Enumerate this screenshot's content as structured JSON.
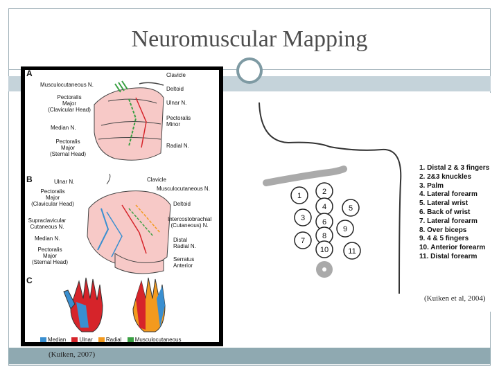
{
  "title": "Neuromuscular Mapping",
  "left_figure": {
    "letters": [
      "A",
      "B",
      "C"
    ],
    "a_labels": {
      "clavicle": "Clavicle",
      "musculocutaneous": "Musculocutaneous N.",
      "deltoid": "Deltoid",
      "pect_clav": "Pectoralis\nMajor\n(Clavicular Head)",
      "ulnar": "Ulnar N.",
      "pect_minor": "Pectoralis\nMinor",
      "median": "Median N.",
      "pect_sternal": "Pectoralis\nMajor\n(Sternal Head)",
      "radial": "Radial N."
    },
    "b_labels": {
      "ulnar": "Ulnar N.",
      "clavicle": "Clavicle",
      "pect_clav": "Pectoralis\nMajor\n(Clavicular Head)",
      "musculocutaneous": "Musculocutaneous N.",
      "deltoid": "Deltoid",
      "supraclav": "Supraclavicular\nCutaneous N.",
      "intercosto": "Intercostobrachial\n(Cutaneous) N.",
      "median": "Median N.",
      "distal_radial": "Distal\nRadial N.",
      "pect_sternal": "Pectoralis\nMajor\n(Sternal Head)",
      "serratus": "Serratus\nAnterior"
    },
    "legend": [
      {
        "label": "Median",
        "color": "#3a8fd0"
      },
      {
        "label": "Ulnar",
        "color": "#d6242a"
      },
      {
        "label": "Radial",
        "color": "#f39a1e"
      },
      {
        "label": "Musculocutaneous",
        "color": "#3aa043"
      }
    ],
    "caption": "(Kuiken, 2007)"
  },
  "right_figure": {
    "sites": [
      "1",
      "2",
      "3",
      "4",
      "5",
      "6",
      "7",
      "8",
      "9",
      "10",
      "11"
    ],
    "list": [
      "1.   Distal 2 & 3 fingers",
      "2.   2&3 knuckles",
      "3.   Palm",
      "4.   Lateral forearm",
      "5.   Lateral wrist",
      "6.   Back of wrist",
      "7.   Lateral forearm",
      "8.   Over biceps",
      "9.   4 & 5 fingers",
      "10. Anterior forearm",
      "11. Distal forearm"
    ],
    "caption": "(Kuiken et al, 2004)"
  },
  "colors": {
    "accent": "#7e9aa3",
    "band": "#c5d3da",
    "band_dark": "#8fa9b1",
    "muscle": "#f7c9c7"
  }
}
